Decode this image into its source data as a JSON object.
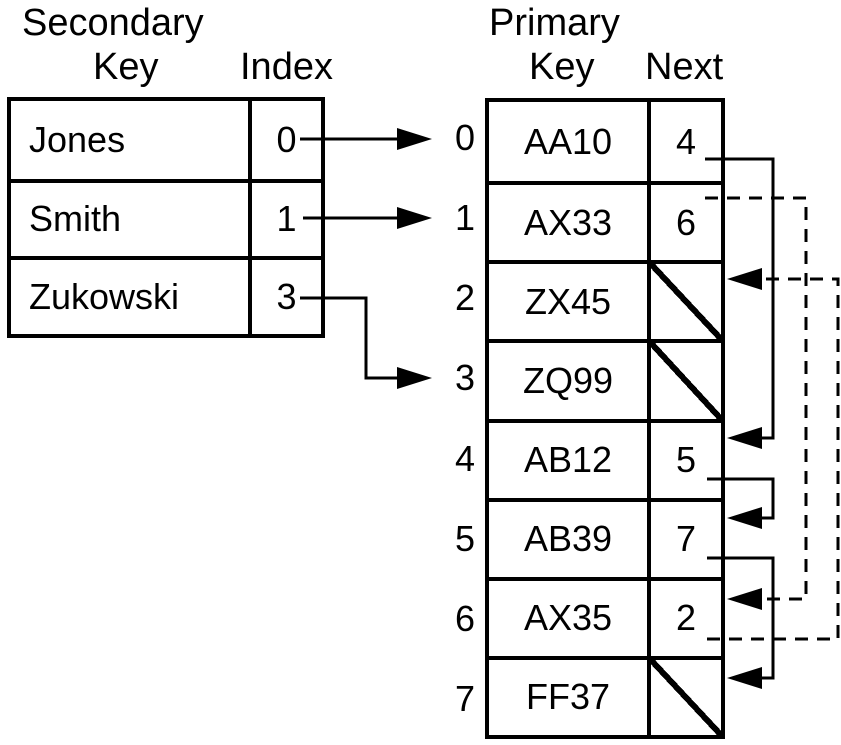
{
  "secondary_table": {
    "title": "Secondary",
    "col1_header": "Key",
    "col2_header": "Index",
    "rows": [
      {
        "key": "Jones",
        "index": "0"
      },
      {
        "key": "Smith",
        "index": "1"
      },
      {
        "key": "Zukowski",
        "index": "3"
      }
    ]
  },
  "primary_table": {
    "title": "Primary",
    "col1_header": "Key",
    "col2_header": "Next",
    "rows": [
      {
        "slot": "0",
        "key": "AA10",
        "next": "4"
      },
      {
        "slot": "1",
        "key": "AX33",
        "next": "6"
      },
      {
        "slot": "2",
        "key": "ZX45",
        "next": null
      },
      {
        "slot": "3",
        "key": "ZQ99",
        "next": null
      },
      {
        "slot": "4",
        "key": "AB12",
        "next": "5"
      },
      {
        "slot": "5",
        "key": "AB39",
        "next": "7"
      },
      {
        "slot": "6",
        "key": "AX35",
        "next": "2"
      },
      {
        "slot": "7",
        "key": "FF37",
        "next": null
      }
    ],
    "null_marker": "diagonal-slash"
  },
  "links": {
    "secondary_to_primary": [
      {
        "from_key": "Jones",
        "index": 0,
        "to_slot": 0,
        "style": "solid"
      },
      {
        "from_key": "Smith",
        "index": 1,
        "to_slot": 1,
        "style": "solid"
      },
      {
        "from_key": "Zukowski",
        "index": 3,
        "to_slot": 3,
        "style": "solid"
      }
    ],
    "next_chain": [
      {
        "from_slot": 0,
        "to_slot": 4,
        "style": "solid"
      },
      {
        "from_slot": 4,
        "to_slot": 5,
        "style": "solid"
      },
      {
        "from_slot": 5,
        "to_slot": 7,
        "style": "solid"
      },
      {
        "from_slot": 1,
        "to_slot": 6,
        "style": "dashed"
      },
      {
        "from_slot": 6,
        "to_slot": 2,
        "style": "dashed"
      }
    ]
  },
  "colors": {
    "background": "#ffffff",
    "foreground": "#000000"
  }
}
